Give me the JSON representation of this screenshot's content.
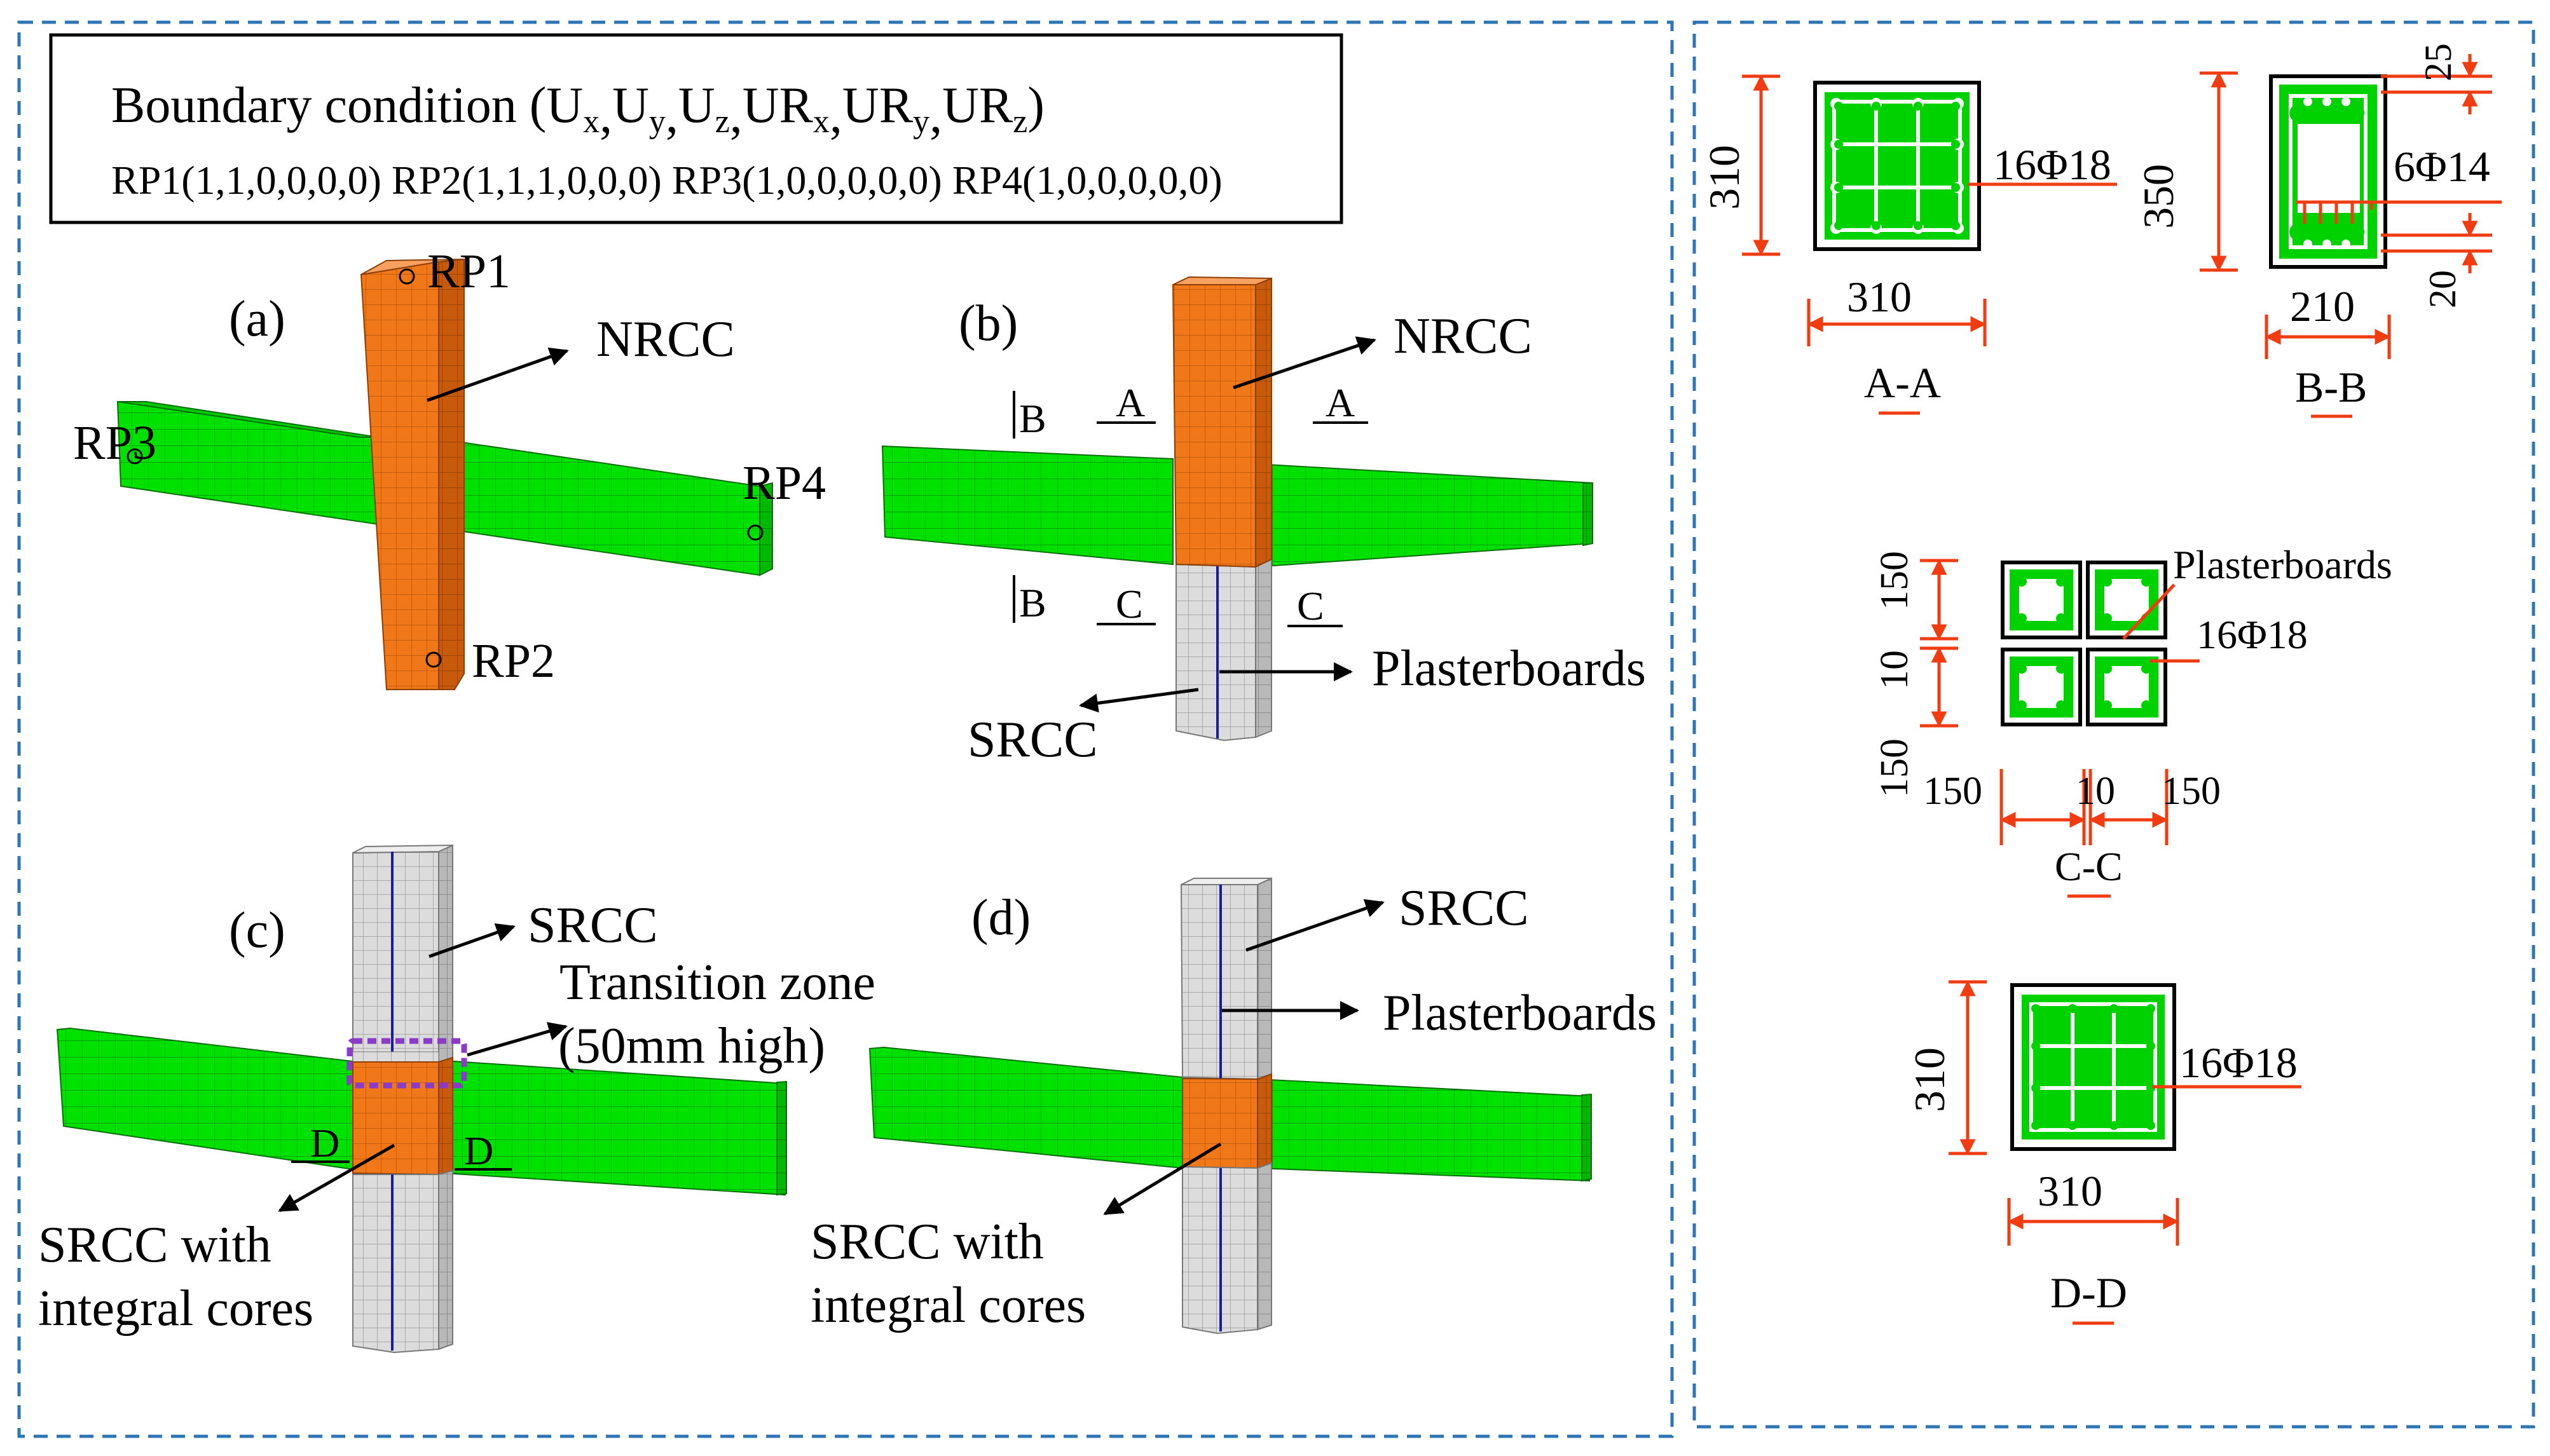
{
  "header": {
    "prefix": "Boundary condition (",
    "dofs": [
      {
        "base": "U",
        "sub": "x"
      },
      {
        "base": "U",
        "sub": "y"
      },
      {
        "base": "U",
        "sub": "z"
      },
      {
        "base": "UR",
        "sub": "x"
      },
      {
        "base": "UR",
        "sub": "y"
      },
      {
        "base": "UR",
        "sub": "z"
      }
    ],
    "suffix": ")",
    "line2": "RP1(1,1,0,0,0,0) RP2(1,1,1,0,0,0) RP3(1,0,0,0,0,0) RP4(1,0,0,0,0,0)"
  },
  "panel_a": {
    "label": "(a)",
    "rp1": "RP1",
    "rp2": "RP2",
    "rp3": "RP3",
    "rp4": "RP4",
    "nrcc": "NRCC"
  },
  "panel_b": {
    "label": "(b)",
    "nrcc": "NRCC",
    "srcc": "SRCC",
    "plasterboards": "Plasterboards",
    "cut_a": "A",
    "cut_b": "B",
    "cut_c": "C"
  },
  "panel_c": {
    "label": "(c)",
    "srcc": "SRCC",
    "transition1": "Transition zone",
    "transition2": "(50mm high)",
    "cut_d": "D",
    "srcc_cores1": "SRCC with",
    "srcc_cores2": "integral cores"
  },
  "panel_d": {
    "label": "(d)",
    "srcc": "SRCC",
    "plasterboards": "Plasterboards",
    "srcc_cores1": "SRCC with",
    "srcc_cores2": "integral cores"
  },
  "sections": {
    "aa": {
      "title": "A-A",
      "height": "310",
      "width": "310",
      "rebar": "16Φ18"
    },
    "bb": {
      "title": "B-B",
      "height": "350",
      "width": "210",
      "cover_top": "25",
      "cover_bottom": "20",
      "rebar": "6Φ14"
    },
    "cc": {
      "title": "C-C",
      "h1": "150",
      "gap": "10",
      "h2": "150",
      "w1": "150",
      "wgap": "10",
      "w2": "150",
      "plasterboards": "Plasterboards",
      "rebar": "16Φ18"
    },
    "dd": {
      "title": "D-D",
      "height": "310",
      "width": "310",
      "rebar": "16Φ18"
    }
  },
  "colors": {
    "beam": "#00e100",
    "column_nrcc": "#f07818",
    "column_srcc": "#d8d8d8",
    "plaster_line": "#1a1aa8",
    "dimension": "#f03c10",
    "frame": "#2e75b6",
    "transition_box": "#8a3cc8"
  }
}
